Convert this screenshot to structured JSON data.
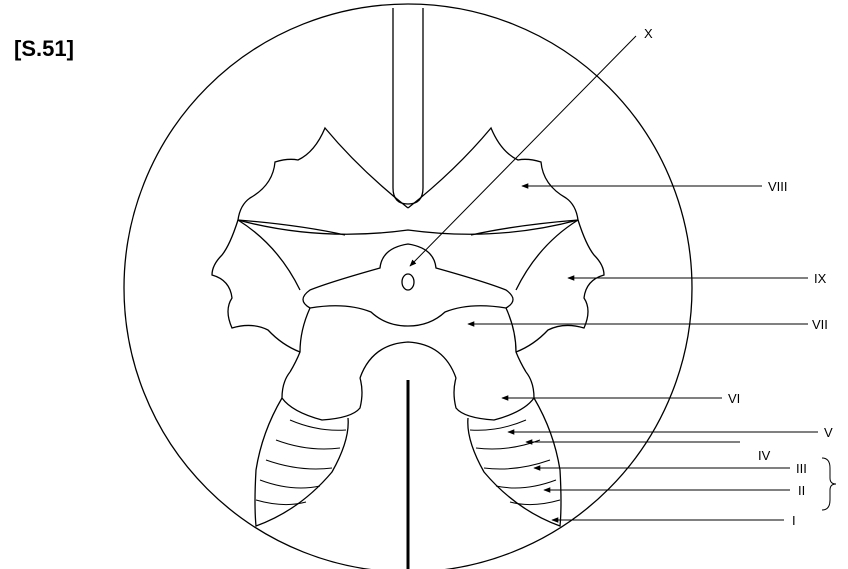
{
  "figure_label": "[S.51]",
  "laminae": [
    {
      "id": "x",
      "label": "X"
    },
    {
      "id": "viii",
      "label": "VIII"
    },
    {
      "id": "ix",
      "label": "IX"
    },
    {
      "id": "vii",
      "label": "VII"
    },
    {
      "id": "vi",
      "label": "VI"
    },
    {
      "id": "v",
      "label": "V"
    },
    {
      "id": "iv",
      "label": "IV"
    },
    {
      "id": "iii",
      "label": "III"
    },
    {
      "id": "ii",
      "label": "II"
    },
    {
      "id": "i",
      "label": "I"
    }
  ]
}
